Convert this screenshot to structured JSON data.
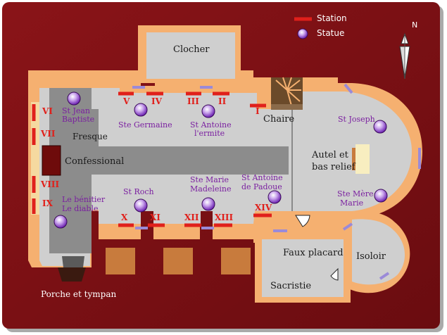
{
  "legend": {
    "station_label": "Station",
    "statue_label": "Statue"
  },
  "compass": {
    "north_label": "N"
  },
  "rooms": {
    "clocher": "Clocher",
    "chaire": "Chaire",
    "confessional": "Confessional",
    "fresque": "Fresque",
    "autel_line1": "Autel et",
    "autel_line2": "bas relief",
    "faux_placard": "Faux placard",
    "isoloir": "Isoloir",
    "sacristie": "Sacristie",
    "porche": "Porche et tympan"
  },
  "statues": {
    "jean_baptiste_1": "St Jean",
    "jean_baptiste_2": "Baptiste",
    "germaine": "Ste Germaine",
    "antoine_ermite_1": "St Antoine",
    "antoine_ermite_2": "l'ermite",
    "joseph": "St Joseph",
    "roch": "St Roch",
    "marie_madeleine_1": "Ste Marie",
    "marie_madeleine_2": "Madeleine",
    "antoine_padoue_1": "St Antoine",
    "antoine_padoue_2": "de Padoue",
    "mere_marie_1": "Ste Mère",
    "mere_marie_2": "Marie",
    "benitier_1": "Le bénitier",
    "benitier_2": "Le diable"
  },
  "stations": [
    "I",
    "II",
    "III",
    "IV",
    "V",
    "VI",
    "VII",
    "VIII",
    "IX",
    "X",
    "XI",
    "XII",
    "XIII",
    "XIV"
  ],
  "colors": {
    "background": "#7a0f14",
    "wall": "#f5b070",
    "floor": "#cfcfcf",
    "nave": "#8c8c8c",
    "station": "#e0201b",
    "statue": "#7a2fbf",
    "door": "#9a8ad8",
    "confessional": "#6e0b0b",
    "stairs": "#6b4a2a"
  }
}
